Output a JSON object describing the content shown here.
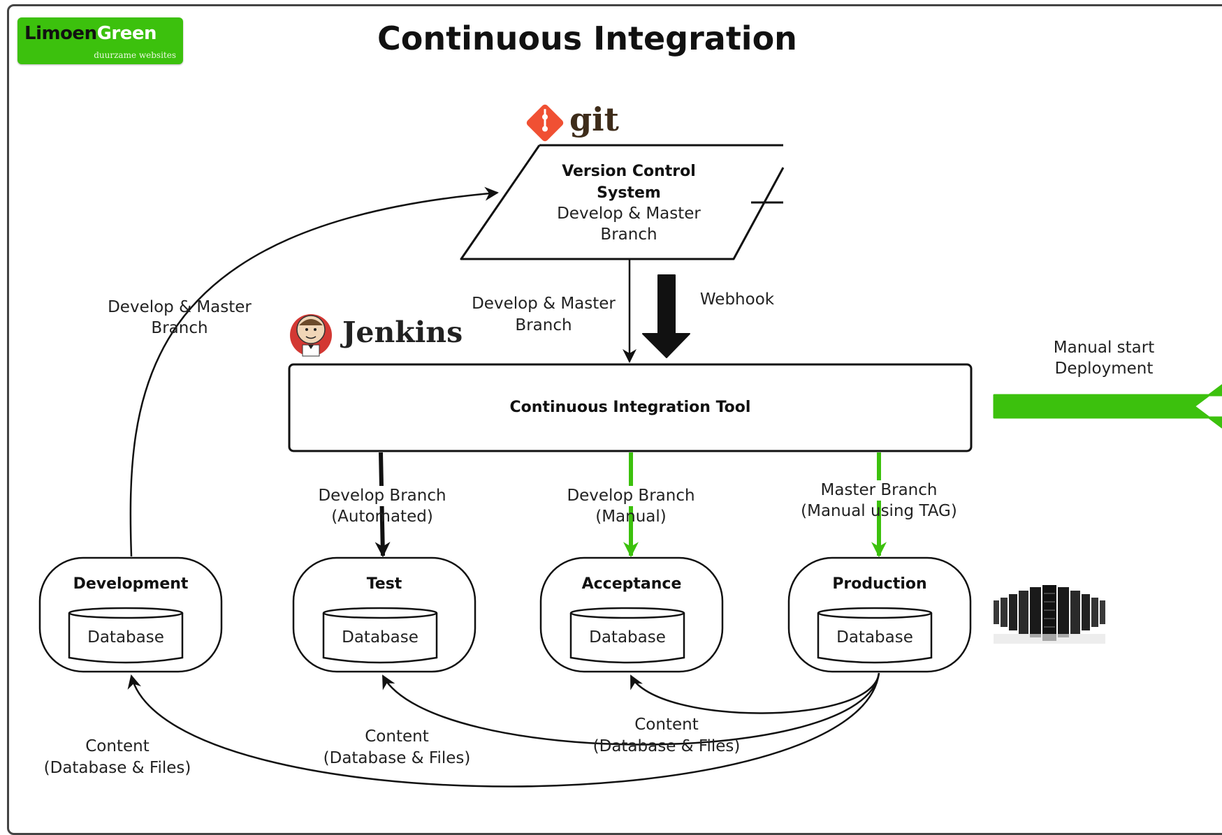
{
  "logo": {
    "name_part1": "Limoen",
    "name_part2": "Green",
    "tagline": "duurzame websites"
  },
  "title": "Continuous Integration",
  "git": {
    "brand": "git",
    "box_line1": "Version Control",
    "box_line2": "System",
    "box_line3": "Develop & Master",
    "box_line4": "Branch",
    "icon": "git-diamond-icon"
  },
  "jenkins": {
    "brand": "Jenkins",
    "icon": "jenkins-butler-icon"
  },
  "ci_tool": "Continuous Integration Tool",
  "labels": {
    "vcs_to_ci_l1": "Develop & Master",
    "vcs_to_ci_l2": "Branch",
    "webhook": "Webhook",
    "dev_to_vcs_l1": "Develop & Master",
    "dev_to_vcs_l2": "Branch",
    "manual_l1": "Manual start",
    "manual_l2": "Deployment",
    "to_test_l1": "Develop Branch",
    "to_test_l2": "(Automated)",
    "to_acc_l1": "Develop Branch",
    "to_acc_l2": "(Manual)",
    "to_prod_l1": "Master Branch",
    "to_prod_l2": "(Manual using TAG)",
    "content_dev_l1": "Content",
    "content_dev_l2": "(Database & Files)",
    "content_test_l1": "Content",
    "content_test_l2": "(Database & Files)",
    "content_acc_l1": "Content",
    "content_acc_l2": "(Database & Files)"
  },
  "environments": [
    {
      "name": "Development",
      "db": "Database"
    },
    {
      "name": "Test",
      "db": "Database"
    },
    {
      "name": "Acceptance",
      "db": "Database"
    },
    {
      "name": "Production",
      "db": "Database"
    }
  ],
  "colors": {
    "green": "#3cc10d",
    "line": "#111111",
    "git_orange": "#f05033"
  },
  "server_icon": "server-rack-icon"
}
